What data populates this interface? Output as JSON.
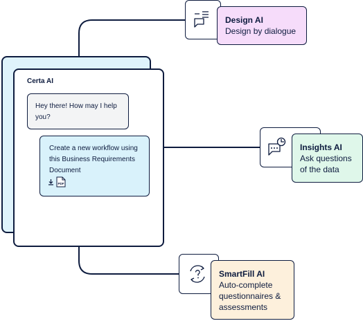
{
  "chat_window": {
    "title": "Certa AI",
    "messages": [
      {
        "role": "assistant",
        "text": "Hey there! How may I help you?"
      },
      {
        "role": "user",
        "text": "Create a new workflow using this Business Requirements Document",
        "attachment_label": "PDF"
      }
    ]
  },
  "features": [
    {
      "title": "Design AI",
      "description": "Design by dialogue",
      "icon": "chat-list-icon",
      "color": "#f6dcfa"
    },
    {
      "title": "Insights AI",
      "description": "Ask questions of the data",
      "icon": "chat-chart-icon",
      "color": "#dff7ea"
    },
    {
      "title": "SmartFill AI",
      "description": "Auto-complete questionnaires & assessments",
      "icon": "refresh-question-icon",
      "color": "#fdf0dc"
    }
  ],
  "colors": {
    "outline": "#0d1b3e",
    "chat_back_panel": "#dff3fb",
    "user_bubble": "#d9f2fb",
    "bot_bubble": "#f3f4f5"
  }
}
